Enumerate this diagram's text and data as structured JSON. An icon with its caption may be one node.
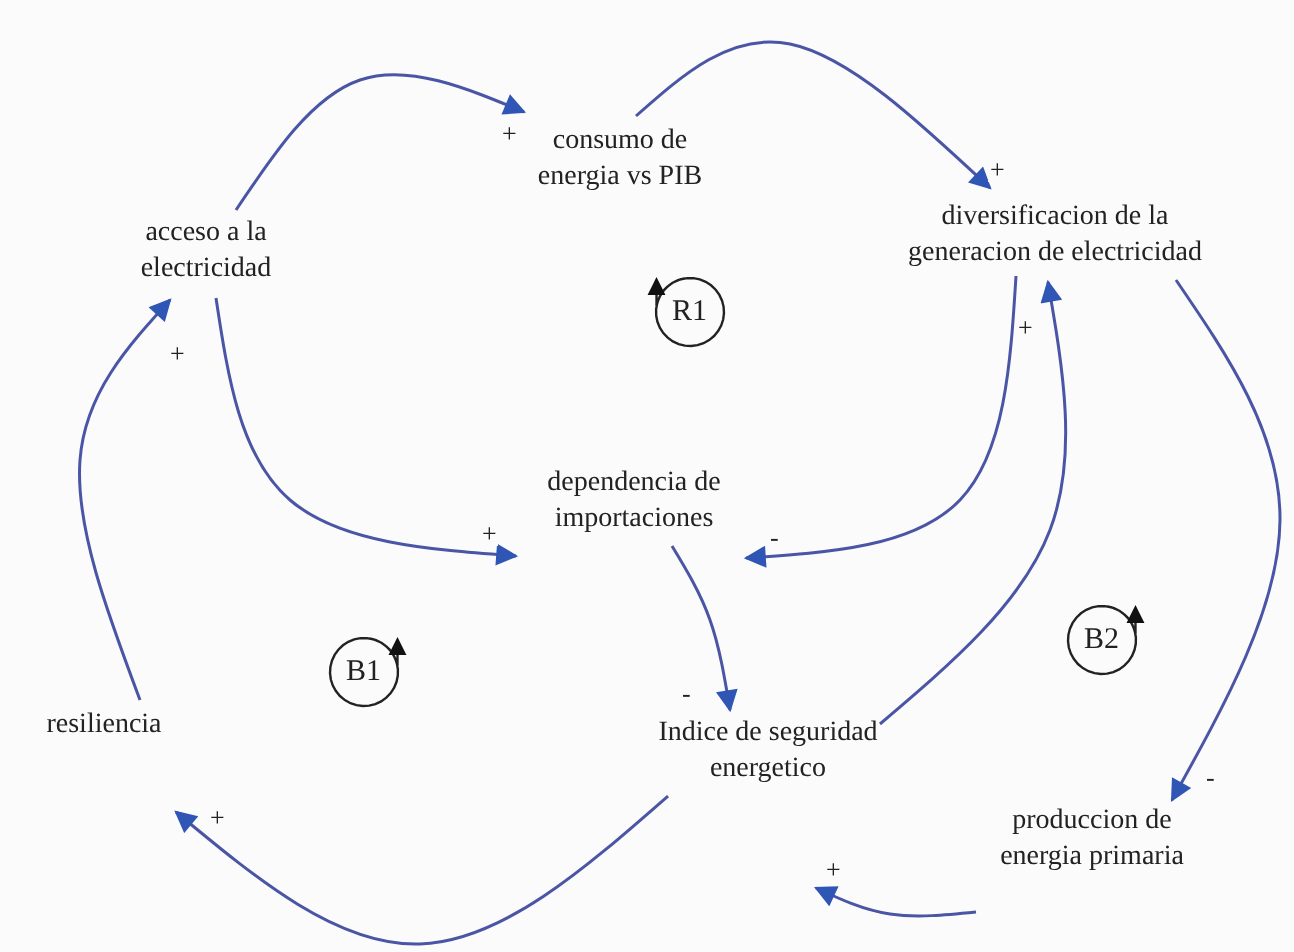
{
  "diagram": {
    "nodes": [
      {
        "text": [
          "acceso a la electricidad"
        ]
      },
      {
        "text": [
          "consumo de energia vs PIB"
        ]
      },
      {
        "text": [
          "diversificacion de la generacion de electricidad"
        ]
      },
      {
        "text": [
          "dependencia de importaciones"
        ]
      },
      {
        "text": [
          "Indice de seguridad energetico"
        ]
      },
      {
        "text": [
          "resiliencia"
        ]
      },
      {
        "text": [
          "produccion de energia primaria"
        ]
      }
    ],
    "edges": [
      {
        "from": 0,
        "to": 1,
        "arrow": "to",
        "label": "+"
      },
      {
        "from": 1,
        "to": 2,
        "arrow": "to",
        "label": "+"
      },
      {
        "from": 0,
        "to": 3,
        "arrow": "to",
        "label": "+"
      },
      {
        "from": 2,
        "to": 3,
        "arrow": "to",
        "label": "-"
      },
      {
        "from": 4,
        "to": 2,
        "arrow": "to",
        "label": "+"
      },
      {
        "from": 3,
        "to": 4,
        "arrow": "to",
        "label": "-"
      },
      {
        "from": 2,
        "to": 6,
        "arrow": "to",
        "label": "-"
      },
      {
        "from": 6,
        "to": 4,
        "arrow": "to",
        "label": "+"
      },
      {
        "from": 4,
        "to": 5,
        "arrow": "to",
        "label": "+"
      },
      {
        "from": 5,
        "to": 0,
        "arrow": "to",
        "label": "+"
      }
    ],
    "labels": [
      "R1",
      "B1",
      "B2"
    ]
  }
}
